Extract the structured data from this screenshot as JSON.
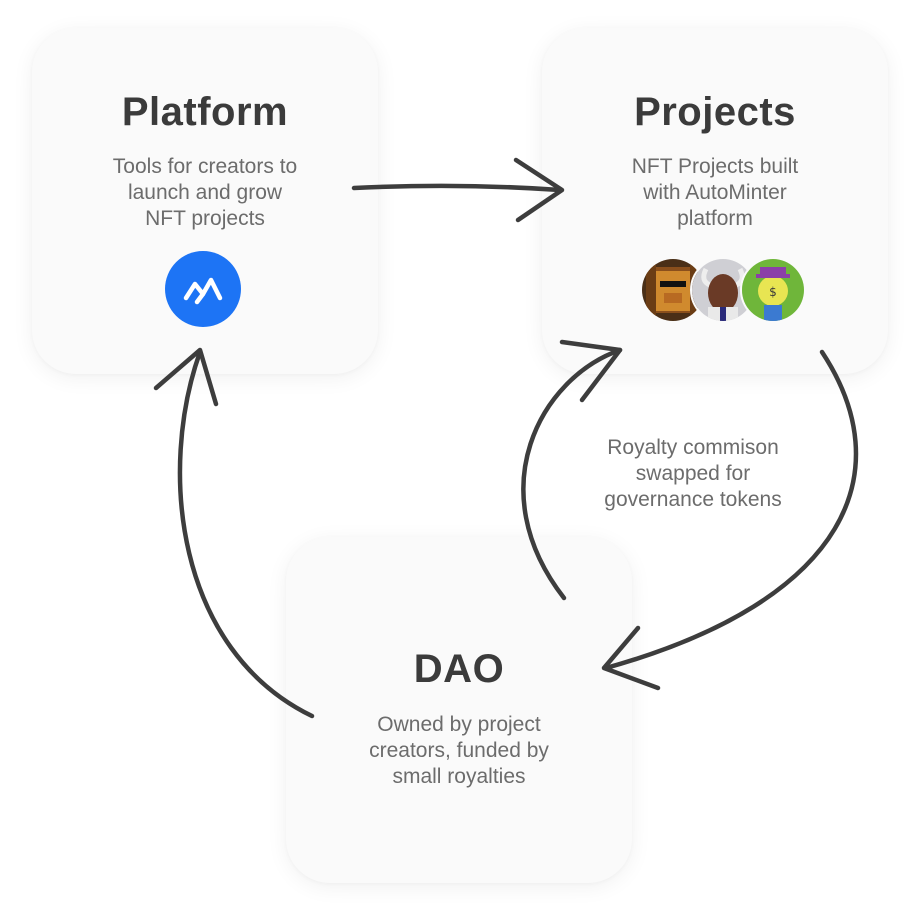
{
  "nodes": {
    "platform": {
      "title": "Platform",
      "description": "Tools for creators to\nlaunch and grow\nNFT projects",
      "icon": "autominter-logo-icon",
      "icon_color": "#1d74f5"
    },
    "projects": {
      "title": "Projects",
      "description": "NFT Projects built\nwith AutoMinter\nplatform",
      "avatars": [
        "lion-nft-avatar",
        "goat-nft-avatar",
        "ape-nft-avatar"
      ]
    },
    "dao": {
      "title": "DAO",
      "description": "Owned by project\ncreators, funded by\nsmall royalties"
    }
  },
  "edges": [
    {
      "from": "platform",
      "to": "projects",
      "label": ""
    },
    {
      "from": "projects",
      "to": "dao",
      "label": ""
    },
    {
      "from": "dao",
      "to": "projects",
      "label": "Royalty commison\nswapped for\ngovernance tokens"
    },
    {
      "from": "dao",
      "to": "platform",
      "label": ""
    }
  ],
  "colors": {
    "card_background": "#fafafa",
    "title_text": "#3b3b3b",
    "body_text": "#6c6c6c",
    "arrow": "#3d3d3d"
  }
}
